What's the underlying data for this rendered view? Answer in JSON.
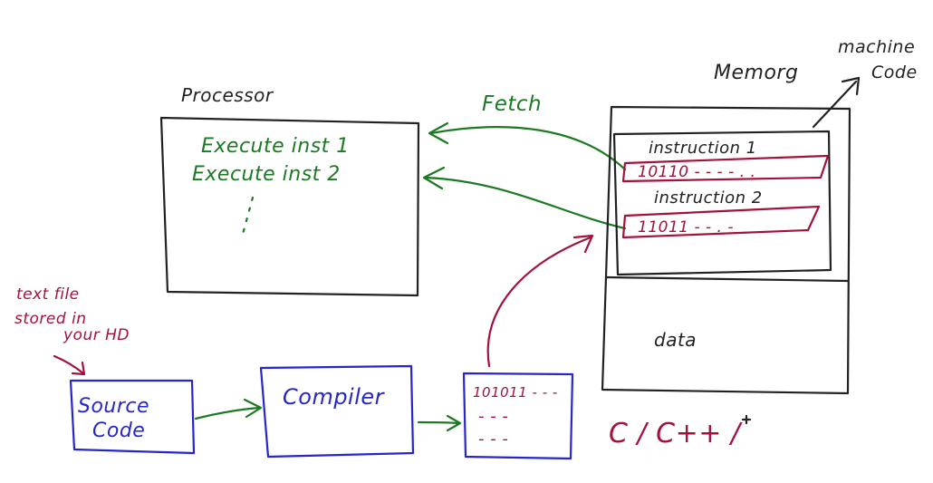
{
  "diagram": {
    "processor": {
      "label": "Processor",
      "line1": "Execute inst 1",
      "line2": "Execute inst 2",
      "ellipsis": "⋮"
    },
    "fetch_label": "Fetch",
    "memory": {
      "label": "Memorg",
      "machine_code_line1": "machine",
      "machine_code_line2": "Code",
      "instruction1_label": "instruction 1",
      "instruction1_bits": "10110 - - - - . .",
      "instruction2_label": "instruction 2",
      "instruction2_bits": "11011 - - . -",
      "data_label": "data"
    },
    "note": {
      "line1": "text file",
      "line2": "stored in",
      "line3": "your HD"
    },
    "source_code": {
      "line1": "Source",
      "line2": "Code"
    },
    "compiler": {
      "label": "Compiler"
    },
    "binary_file": {
      "line1": "101011 - - -",
      "line2": "- - -",
      "line3": "- - -"
    },
    "languages": "C / C++ /",
    "colors": {
      "ink": "#222222",
      "green": "#1a7a22",
      "red": "#a3123a",
      "blue": "#2626cc"
    }
  }
}
